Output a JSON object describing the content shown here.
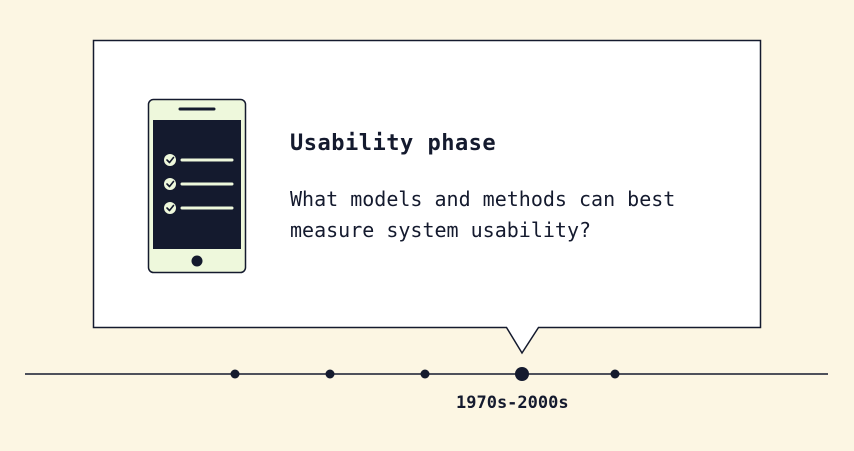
{
  "card": {
    "title": "Usability phase",
    "body": "What models and methods can best measure system usability?",
    "icon": "smartphone-checklist-icon"
  },
  "timeline": {
    "points": 5,
    "active_index": 3,
    "active_label": "1970s-2000s"
  },
  "colors": {
    "background": "#fcf6e3",
    "ink": "#141a2e",
    "card": "#ffffff",
    "phone_body": "#eef8dc",
    "screen": "#141a2e"
  }
}
